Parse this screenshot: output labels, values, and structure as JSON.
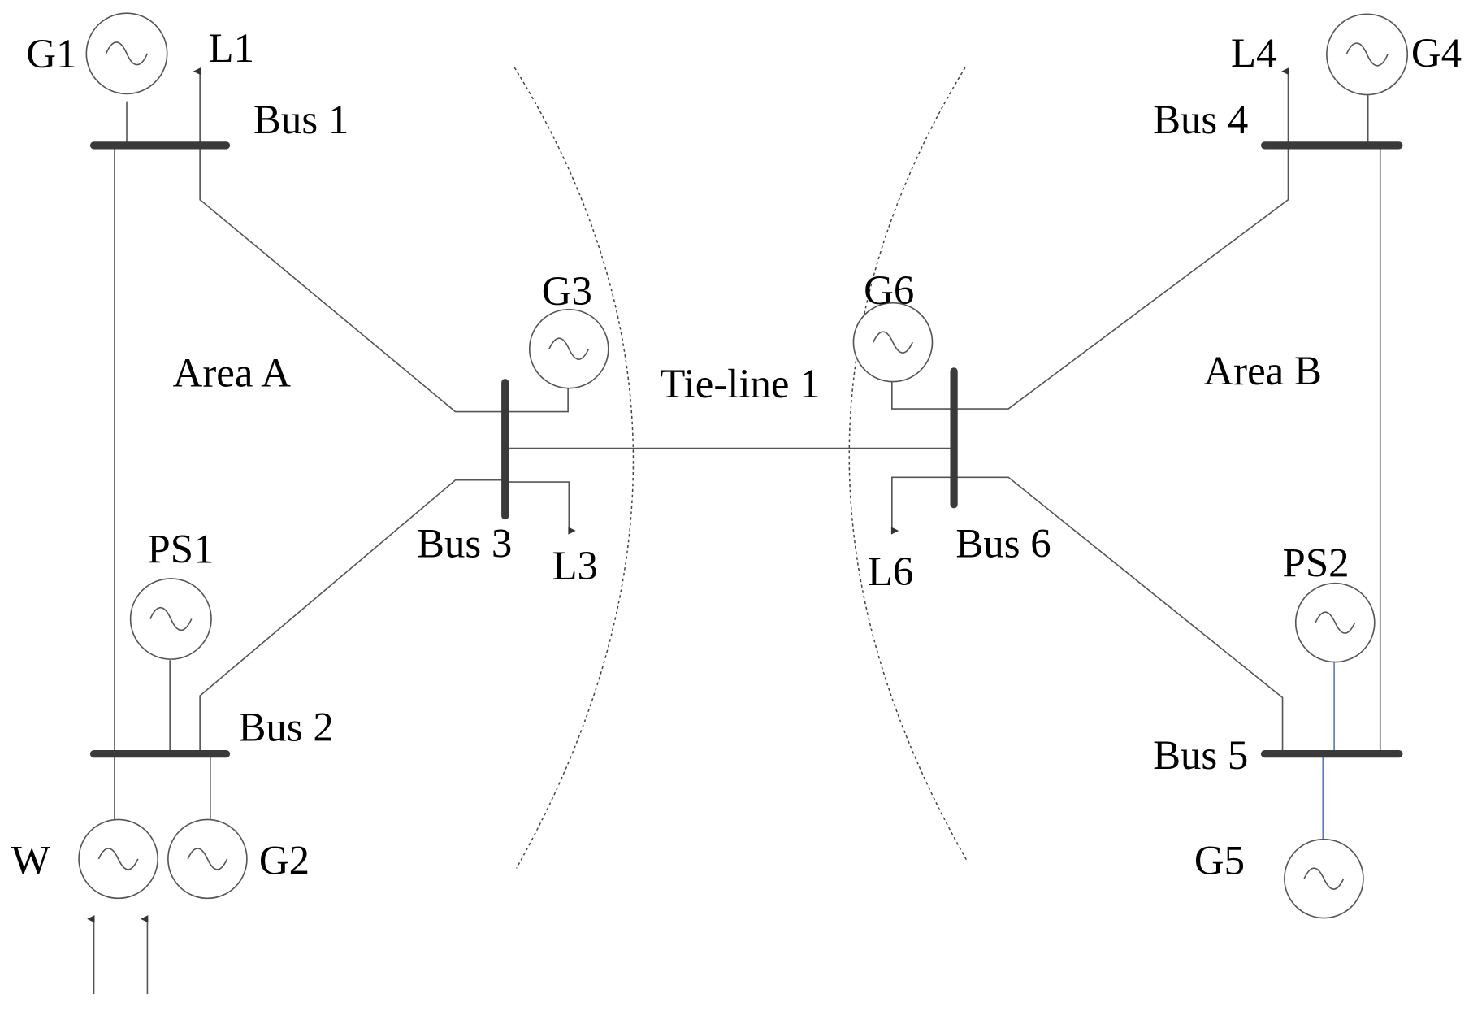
{
  "labels": {
    "g1": "G1",
    "l1": "L1",
    "bus1": "Bus 1",
    "area_a": "Area A",
    "g3": "G3",
    "tie_line": "Tie-line 1",
    "g6": "G6",
    "area_b": "Area B",
    "l4": "L4",
    "g4": "G4",
    "bus4": "Bus 4",
    "bus3": "Bus 3",
    "l3": "L3",
    "l6": "L6",
    "bus6": "Bus 6",
    "ps1": "PS1",
    "ps2": "PS2",
    "bus2": "Bus 2",
    "bus5": "Bus 5",
    "w": "W",
    "g2": "G2",
    "g5": "G5"
  },
  "colors": {
    "line": "#555555",
    "bus": "#3a3a3a",
    "blue_line": "#5a78b8",
    "text": "#000000"
  }
}
